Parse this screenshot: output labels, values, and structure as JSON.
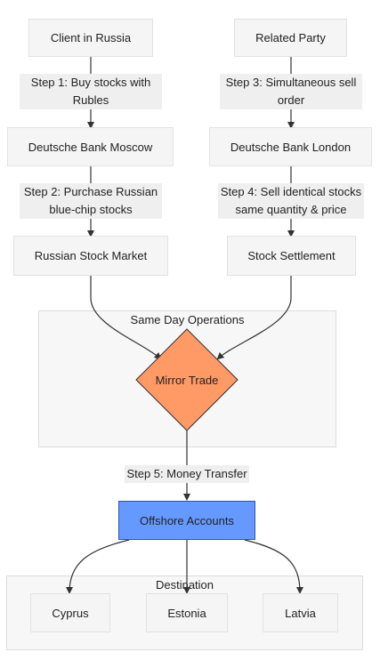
{
  "nodes": {
    "client": "Client in Russia",
    "related_party": "Related Party",
    "db_moscow": "Deutsche Bank Moscow",
    "db_london": "Deutsche Bank London",
    "russian_market": "Russian Stock Market",
    "settlement": "Stock Settlement",
    "mirror_trade": "Mirror Trade",
    "offshore": "Offshore Accounts",
    "cyprus": "Cyprus",
    "estonia": "Estonia",
    "latvia": "Latvia"
  },
  "edges": {
    "step1": "Step 1: Buy stocks with Rubles",
    "step2": "Step 2: Purchase Russian blue-chip stocks",
    "step3": "Step 3: Simultaneous sell order",
    "step4": "Step 4: Sell identical stocks same quantity & price",
    "step5": "Step 5: Money Transfer"
  },
  "clusters": {
    "same_day": "Same Day Operations",
    "destination": "Destination"
  },
  "colors": {
    "mirror_trade_fill": "#ff9966",
    "offshore_fill": "#6699ff",
    "edge": "#333333"
  }
}
